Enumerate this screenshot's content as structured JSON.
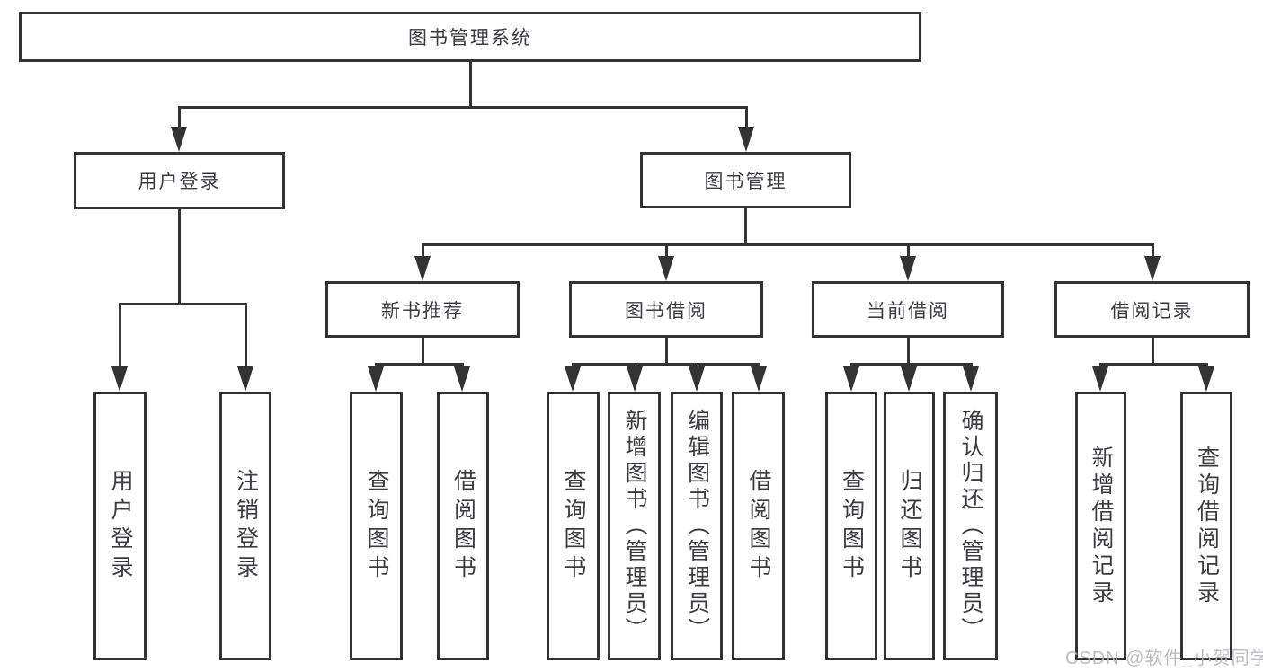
{
  "diagram_title": "图书管理系统",
  "watermark": "CSDN @软件_小贺同学",
  "colors": {
    "line": "#333333",
    "text": "#3b3b42",
    "watermark": "#b6b6bf",
    "background": "#ffffff"
  },
  "nodes": {
    "root": {
      "label": "图书管理系统"
    },
    "user_login": {
      "label": "用户登录",
      "parent": "图书管理系统"
    },
    "book_management": {
      "label": "图书管理",
      "parent": "图书管理系统"
    },
    "new_book_recommend": {
      "label": "新书推荐",
      "parent": "图书管理"
    },
    "book_borrow": {
      "label": "图书借阅",
      "parent": "图书管理"
    },
    "current_borrow": {
      "label": "当前借阅",
      "parent": "图书管理"
    },
    "borrow_records": {
      "label": "借阅记录",
      "parent": "图书管理"
    }
  },
  "leaves": [
    {
      "label": "用户登录",
      "parent": "用户登录"
    },
    {
      "label": "注销登录",
      "parent": "用户登录"
    },
    {
      "label": "查询图书",
      "parent": "新书推荐"
    },
    {
      "label": "借阅图书",
      "parent": "新书推荐"
    },
    {
      "label": "查询图书",
      "parent": "图书借阅"
    },
    {
      "label": "新增图书（管理员）",
      "parent": "图书借阅"
    },
    {
      "label": "编辑图书（管理员）",
      "parent": "图书借阅"
    },
    {
      "label": "借阅图书",
      "parent": "图书借阅"
    },
    {
      "label": "查询图书",
      "parent": "当前借阅"
    },
    {
      "label": "归还图书",
      "parent": "当前借阅"
    },
    {
      "label": "确认归还（管理员）",
      "parent": "当前借阅"
    },
    {
      "label": "新增借阅记录",
      "parent": "借阅记录"
    },
    {
      "label": "查询借阅记录",
      "parent": "借阅记录"
    }
  ]
}
